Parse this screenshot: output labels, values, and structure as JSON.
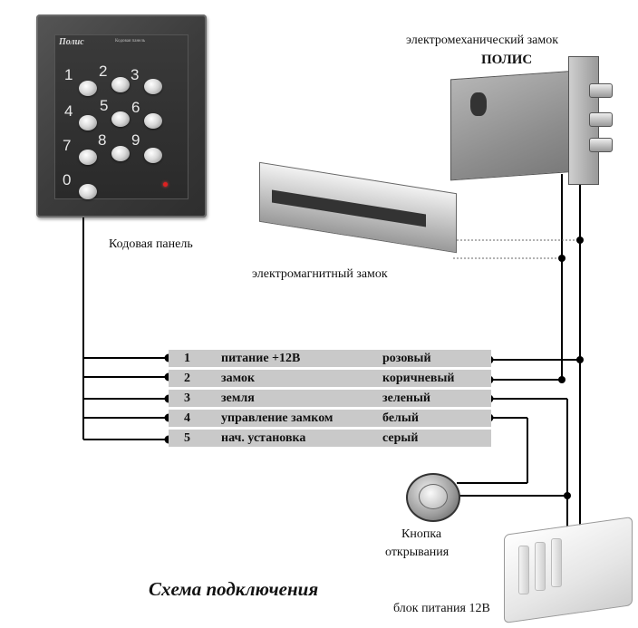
{
  "keypad": {
    "brand": "Полис",
    "model": "Кодовая панель",
    "label": "Кодовая панель",
    "digits": [
      "1",
      "2",
      "3",
      "4",
      "5",
      "6",
      "7",
      "8",
      "9",
      "0"
    ]
  },
  "mech_lock": {
    "caption_line1": "электромеханический замок",
    "caption_line2": "ПОЛИС"
  },
  "mag_lock": {
    "caption": "электромагнитный замок"
  },
  "terminals": [
    {
      "num": "1",
      "function": "питание +12В",
      "color": "розовый"
    },
    {
      "num": "2",
      "function": "замок",
      "color": "коричневый"
    },
    {
      "num": "3",
      "function": "земля",
      "color": "зеленый"
    },
    {
      "num": "4",
      "function": "управление замком",
      "color": "белый"
    },
    {
      "num": "5",
      "function": "нач. установка",
      "color": "серый"
    }
  ],
  "button": {
    "caption_line1": "Кнопка",
    "caption_line2": "открывания"
  },
  "psu": {
    "caption": "блок питания 12В"
  },
  "title": "Схема подключения"
}
